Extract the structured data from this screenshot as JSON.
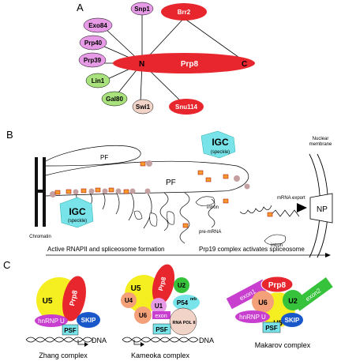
{
  "panel_labels": {
    "a": "A",
    "b": "B",
    "c": "C"
  },
  "panel_a": {
    "prp8": "Prp8",
    "n_term": "N",
    "c_term": "C",
    "brr2": "Brr2",
    "snp1": "Snp1",
    "exo84": "Exo84",
    "prp40": "Prp40",
    "prp39": "Prp39",
    "lin1": "Lin1",
    "gal80": "Gal80",
    "swi1": "Swi1",
    "snu114": "Snu114"
  },
  "panel_b": {
    "pf_top": "PF",
    "pf_mid": "PF",
    "igc": "IGC",
    "speckle": "(speckle)",
    "chromatin": "Chromatin",
    "intron": "intron",
    "pre_mrna": "pre-mRNA",
    "mrna_export": "mRNA export",
    "nuclear_membrane_1": "Nuclear",
    "nuclear_membrane_2": "membrane",
    "np": "NP",
    "arrow_left": "Active RNAPII and spliceosome formation",
    "arrow_right": "Prp19 complex activates spliceosome"
  },
  "panel_c": {
    "zhang": {
      "u5": "U5",
      "prp8": "Prp8",
      "hnrnp": "hnRNP U",
      "psf": "PSF",
      "skip": "SKIP",
      "dna": "DNA",
      "title": "Zhang complex"
    },
    "kameoka": {
      "u5": "U5",
      "prp8": "Prp8",
      "u2": "U2",
      "u4": "U4",
      "u1": "U1",
      "u6": "U6",
      "exon": "exon",
      "p54": "P54",
      "p54_sup": "nrb",
      "psf": "PSF",
      "rnapol": "RNA POL II",
      "dna": "DNA",
      "title": "Kameoka complex"
    },
    "makarov": {
      "prp8": "Prp8",
      "exon1": "exon1",
      "exon2": "exon2",
      "u6": "U6",
      "u2": "U2",
      "u5": "U5",
      "hnrnp": "hnRNP U",
      "psf": "PSF",
      "skip": "SKIP",
      "title": "Makarov complex"
    }
  },
  "colors": {
    "red": "#e8262d",
    "pink": "#e79be6",
    "green": "#a9e27c",
    "peach": "#f2d3c8",
    "yellow": "#f5ee21",
    "orange": "#f4a078",
    "cyan": "#78e3e8",
    "blue": "#1a57c9",
    "magenta": "#c83fcf",
    "lime": "#36c23b"
  }
}
